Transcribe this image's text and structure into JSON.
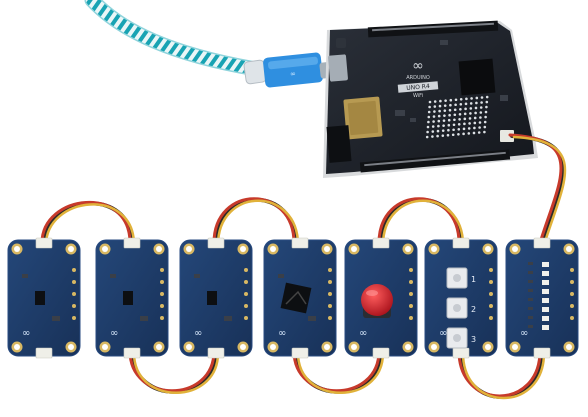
{
  "colors": {
    "background": "#ffffff",
    "pcb_dark": "#1b1f27",
    "pcb_blue": "#1d3a66",
    "pcb_blue_edge": "#294b80",
    "cable_red": "#c73a2b",
    "cable_yellow": "#e1b23a",
    "cable_black": "#2a2a2a",
    "usb_blue": "#2f8fe0",
    "button_red": "#d21f2a",
    "led_white": "#f1f1ec"
  },
  "board": {
    "brand_text": "ARDUINO",
    "model_text": "UNO R4",
    "variant_text": "WiFi"
  },
  "modules": [
    {
      "name": "module-1",
      "kind": "sensor"
    },
    {
      "name": "module-2",
      "kind": "sensor"
    },
    {
      "name": "module-3",
      "kind": "sensor"
    },
    {
      "name": "module-4",
      "kind": "sensor"
    },
    {
      "name": "module-5",
      "kind": "button"
    },
    {
      "name": "module-6",
      "kind": "buttons",
      "labels": [
        "1",
        "2",
        "3"
      ]
    },
    {
      "name": "module-7",
      "kind": "leds"
    }
  ],
  "icons": {
    "arduino_logo": "infinity-logo-icon",
    "usb_plug": "usb-c-plug-icon"
  }
}
